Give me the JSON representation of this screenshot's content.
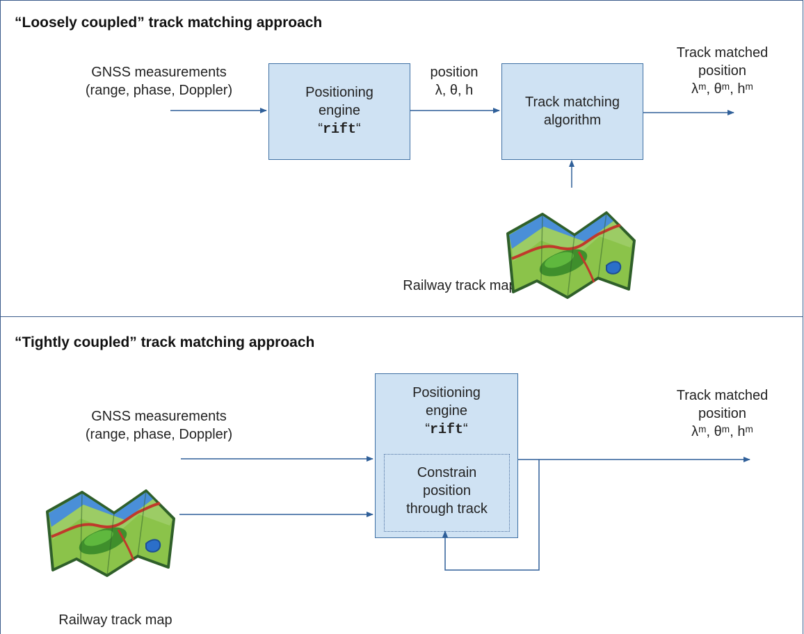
{
  "loose": {
    "title": "“Loosely coupled” track matching approach",
    "input_line1": "GNSS measurements",
    "input_line2": "(range, phase, Doppler)",
    "engine": {
      "line1": "Positioning",
      "line2": "engine",
      "quote_open": "“",
      "name": "rift",
      "quote_close": "“"
    },
    "mid_label1": "position",
    "mid_label2": "λ, θ, h",
    "matcher": {
      "line1": "Track matching",
      "line2": "algorithm"
    },
    "output_line1": "Track matched",
    "output_line2": "position",
    "output_line3": "λᵐ, θᵐ, hᵐ",
    "map_caption": "Railway track map"
  },
  "tight": {
    "title": "“Tightly coupled” track matching approach",
    "input_line1": "GNSS measurements",
    "input_line2": "(range, phase, Doppler)",
    "engine": {
      "line1": "Positioning",
      "line2": "engine",
      "quote_open": "“",
      "name": "rift",
      "quote_close": "“"
    },
    "constrain": {
      "line1": "Constrain",
      "line2": "position",
      "line3": "through track"
    },
    "output_line1": "Track matched",
    "output_line2": "position",
    "output_line3": "λᵐ, θᵐ, hᵐ",
    "map_caption": "Railway track map"
  },
  "colors": {
    "box_fill": "#cfe2f3",
    "box_border": "#3d6fa3",
    "arrow": "#2f5f99"
  },
  "icons": {
    "map": "folded-map-icon"
  }
}
